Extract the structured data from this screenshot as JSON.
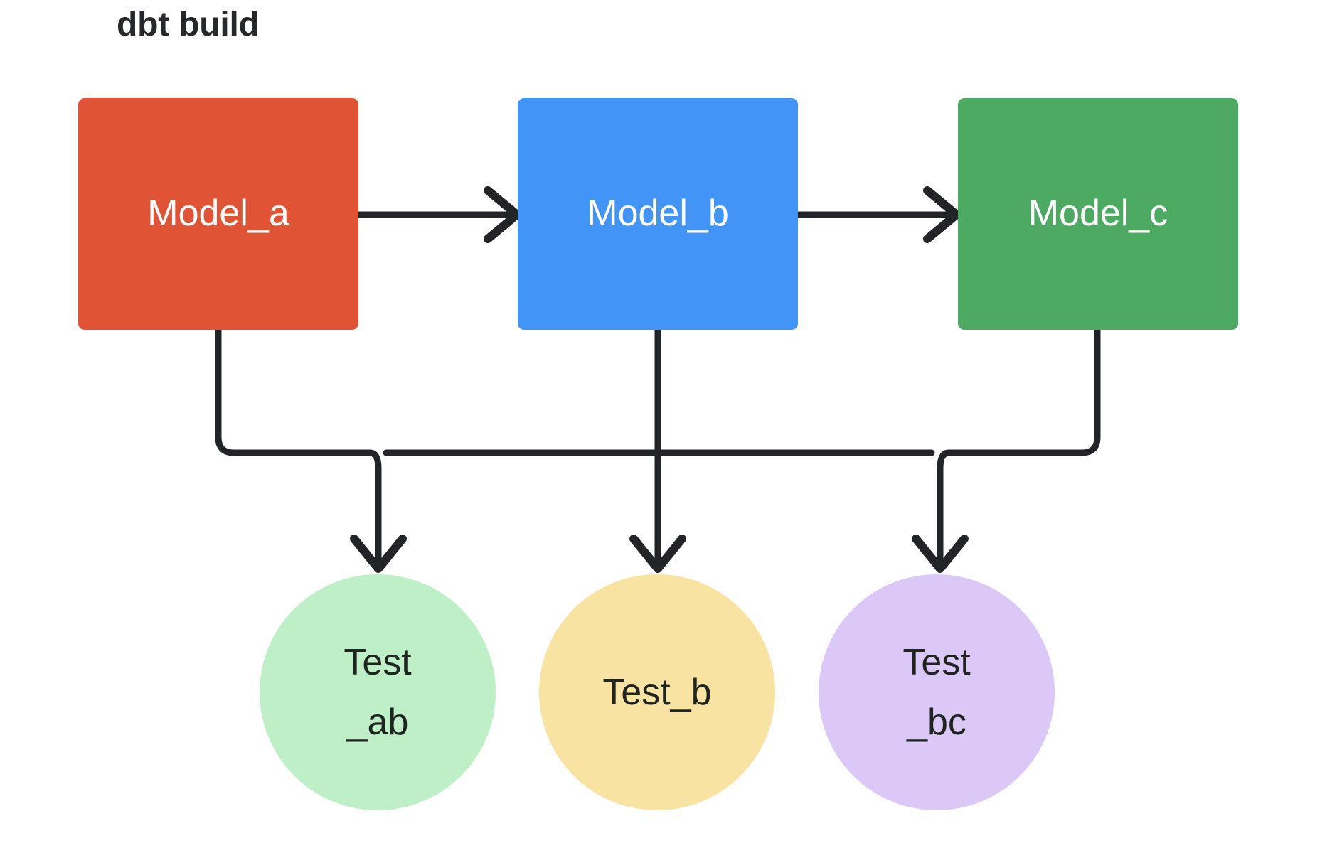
{
  "diagram": {
    "title": "dbt build",
    "background_color": "#ffffff",
    "edge_color": "#232427",
    "models": [
      {
        "id": "model_a",
        "label": "Model_a",
        "shape": "rectangle",
        "fill": "#e05435",
        "text_color": "#ffffff"
      },
      {
        "id": "model_b",
        "label": "Model_b",
        "shape": "rectangle",
        "fill": "#4294f7",
        "text_color": "#ffffff"
      },
      {
        "id": "model_c",
        "label": "Model_c",
        "shape": "rectangle",
        "fill": "#4caa62",
        "text_color": "#ffffff"
      }
    ],
    "tests": [
      {
        "id": "test_ab",
        "label": "Test\n_ab",
        "shape": "circle",
        "fill": "#beefc7",
        "text_color": "#1f2421"
      },
      {
        "id": "test_b",
        "label": "Test_b",
        "shape": "circle",
        "fill": "#f9e3a2",
        "text_color": "#1f2421"
      },
      {
        "id": "test_bc",
        "label": "Test\n_bc",
        "shape": "circle",
        "fill": "#dcc8f7",
        "text_color": "#1f2421"
      }
    ],
    "edges": [
      {
        "from": "model_a",
        "to": "model_b",
        "style": "arrow-right"
      },
      {
        "from": "model_b",
        "to": "model_c",
        "style": "arrow-right"
      },
      {
        "from": "model_a",
        "to": "test_ab",
        "style": "arrow-down"
      },
      {
        "from": "model_b",
        "to": "test_ab",
        "style": "arrow-down"
      },
      {
        "from": "model_b",
        "to": "test_b",
        "style": "arrow-down"
      },
      {
        "from": "model_b",
        "to": "test_bc",
        "style": "arrow-down"
      },
      {
        "from": "model_c",
        "to": "test_bc",
        "style": "arrow-down"
      }
    ]
  }
}
